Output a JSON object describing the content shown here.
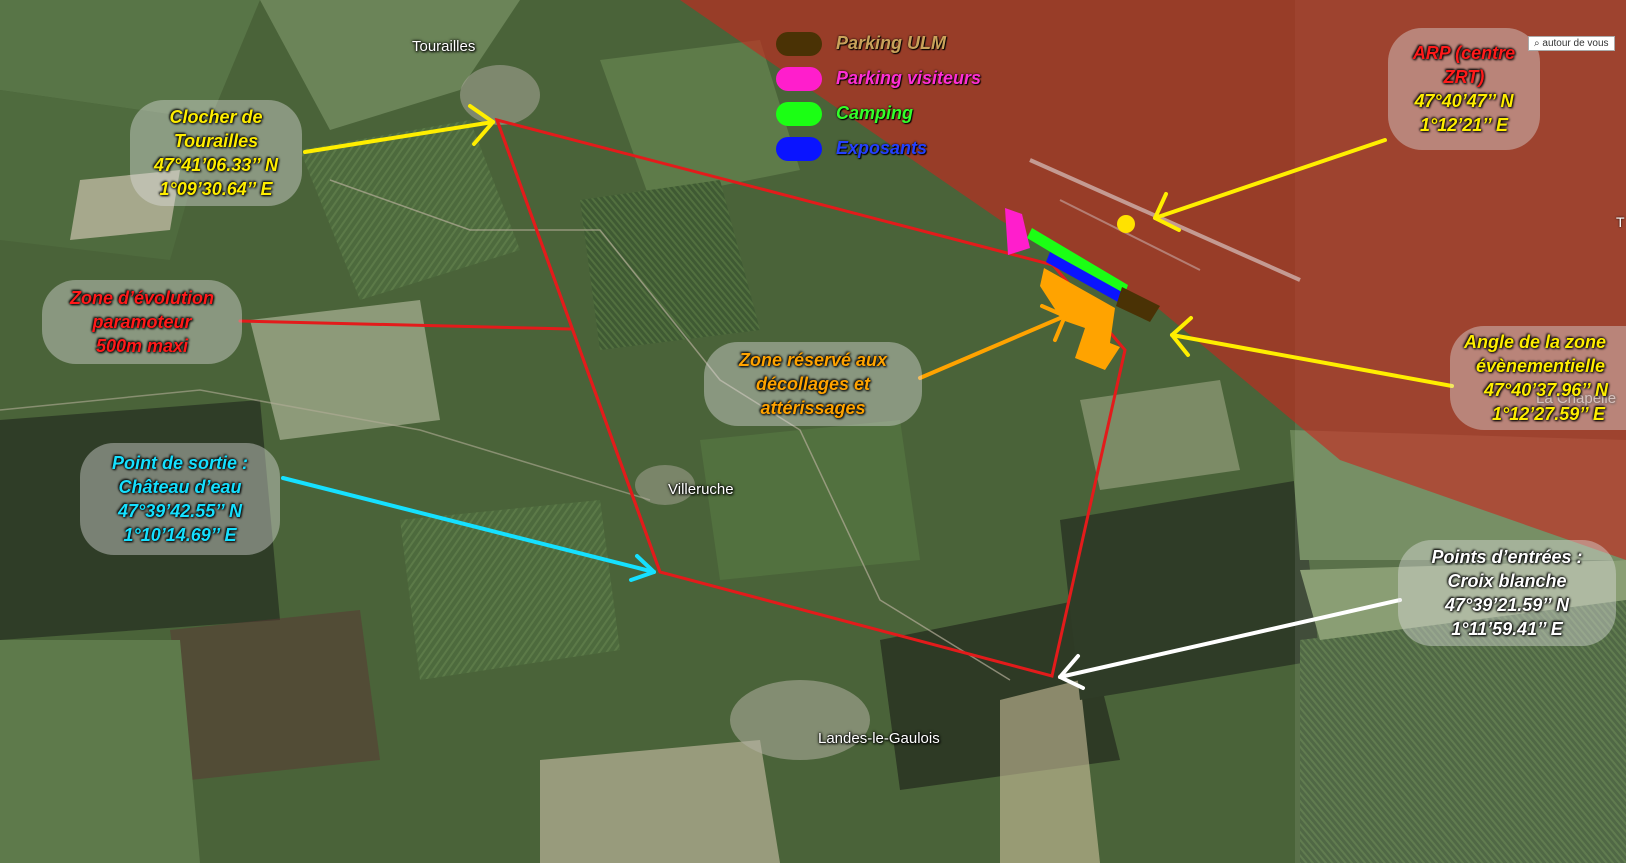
{
  "colors": {
    "boundary": "#e31b1b",
    "zrt_fill": "#c8261e",
    "arrow_yellow": "#ffee00",
    "arrow_orange": "#ffa300",
    "arrow_cyan": "#16e0ff",
    "arrow_white": "#ffffff",
    "arp_point": "#ffe200"
  },
  "places": {
    "tourailles": "Tourailles",
    "villeruche": "Villeruche",
    "landes": "Landes-le-Gaulois",
    "la_chapelle": "La Chapelle"
  },
  "legend": [
    {
      "label": "Parking ULM",
      "color": "#4a3205",
      "text_color": "#c9a25a"
    },
    {
      "label": "Parking visiteurs",
      "color": "#ff1ecc",
      "text_color": "#ff2fd4"
    },
    {
      "label": "Camping",
      "color": "#1bff14",
      "text_color": "#33ff2a"
    },
    {
      "label": "Exposants",
      "color": "#0a14ff",
      "text_color": "#2440ff"
    }
  ],
  "map_widget": {
    "label": "autour de vous",
    "icon": "search-icon"
  },
  "annotations": {
    "clocher": {
      "lines": [
        "Clocher de",
        "Tourailles",
        "47°41’06.33’’ N",
        "1°09’30.64’’ E"
      ],
      "color": "#ffee00"
    },
    "zone_evolution": {
      "lines": [
        "Zone d’évolution",
        "paramoteur",
        "500m maxi"
      ],
      "color": "#ff1a1a"
    },
    "sortie": {
      "lines": [
        "Point de sortie  :",
        "Château d’eau",
        "47°39’42.55’’ N",
        "1°10’14.69’’ E"
      ],
      "color": "#16e0ff"
    },
    "zone_reserve": {
      "lines": [
        "Zone réservé aux",
        "décollages et",
        "attérissages"
      ],
      "color": "#ffa300"
    },
    "arp": {
      "title_lines": [
        "ARP (centre",
        "ZRT)"
      ],
      "coord_lines": [
        "47°40’47’’ N",
        "1°12’21’’ E"
      ],
      "title_color": "#ff1a1a",
      "coord_color": "#ffee00"
    },
    "angle": {
      "lines": [
        "Angle de la zone",
        "évènementielle",
        "47°40’37.96’’ N",
        "1°12’27.59’’ E"
      ],
      "color": "#ffee00"
    },
    "entrees": {
      "lines": [
        "Points d’entrées :",
        "Croix blanche",
        "47°39’21.59’’ N",
        "1°11’59.41’’ E"
      ],
      "color": "#ffffff"
    }
  }
}
